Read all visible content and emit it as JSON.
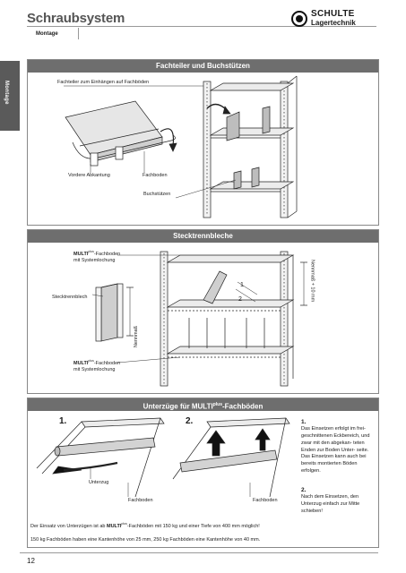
{
  "header": {
    "title": "Schraubsystem",
    "subtitle": "Montage",
    "logo_main": "SCHULTE",
    "logo_sub": "Lagertechnik"
  },
  "side_tab": "Montage",
  "section1": {
    "title": "Fachteiler und Buchstützen",
    "label_fachteiler": "Fachteiler zum Einhängen auf Fachböden",
    "label_abkantung": "Vordere Abkantung",
    "label_fachboden": "Fachboden",
    "label_buchstuetzen": "Buchstützen"
  },
  "section2": {
    "title": "Stecktrennbleche",
    "multi_prefix": "MULTI",
    "multi_sup": "plus",
    "label_top_rest": "-Fachboden",
    "label_top_line2": "mit Systemlochung",
    "label_stecktrennblech": "Stecktrennblech",
    "label_nennmass": "Nennmaß",
    "label_nennmass_plus": "Nennmaß + 10 mm",
    "label_bottom_rest": "-Fachboden",
    "label_bottom_line2": "mit Systemlochung",
    "marker_1": "1",
    "marker_2": "2"
  },
  "section3": {
    "title_prefix": "Unterzüge für MULTI",
    "title_sup": "plus",
    "title_suffix": "-Fachböden",
    "step1": "1.",
    "step2": "2.",
    "label_unterzug": "Unterzug",
    "label_fachboden_left": "Fachboden",
    "label_fachboden_right": "Fachboden",
    "note1_head": "1.",
    "note1_text": "Das Einsetzen erfolgt im frei- geschnittenen Eckbereich, und zwar mit den abgekan- teten Enden zur Boden Unter- seite. Das Einsetzen kann auch bei bereits montierten Böden erfolgen.",
    "note2_head": "2.",
    "note2_text": "Nach dem Einsetzen, den Unterzug einfach zur Mitte schieben!"
  },
  "footnotes": {
    "line1_a": "Der Einsatz von Unterzügen ist ab ",
    "line1_bold": "MULTI",
    "line1_sup": "plus",
    "line1_b": "-Fachböden mit 150 kg und einer Tiefe von 400 mm möglich!",
    "line2": "150 kg Fachböden haben eine Kantenhöhe von 25 mm, 250 kg Fachböden eine Kantenhöhe von 40 mm."
  },
  "page_number": "12"
}
